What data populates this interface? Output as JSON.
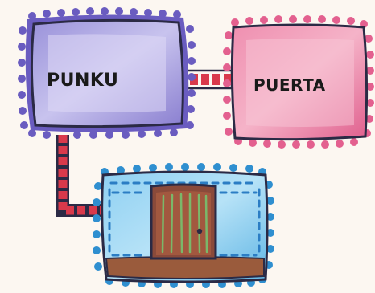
{
  "diagram": {
    "nodes": [
      {
        "id": "punku",
        "label": "PUNKU",
        "fill": "#8b82cf",
        "border": "#6a5cc0"
      },
      {
        "id": "puerta",
        "label": "PUERTA",
        "fill": "#e5739a",
        "border": "#e3608f"
      },
      {
        "id": "house",
        "label": "",
        "image": "door-on-blue-wall",
        "fill": "#5bb4e3",
        "border": "#2f8fd0"
      }
    ],
    "connectors": [
      {
        "from": "punku",
        "to": "puerta",
        "style": "red-white-dashed"
      },
      {
        "from": "punku",
        "to": "house",
        "style": "red-white-dashed"
      }
    ],
    "colors": {
      "background": "#fcf7f1",
      "outline": "#2b2a45",
      "connector": "#d9394b",
      "door": "#a2583f",
      "floor": "#9a5b3c"
    }
  }
}
